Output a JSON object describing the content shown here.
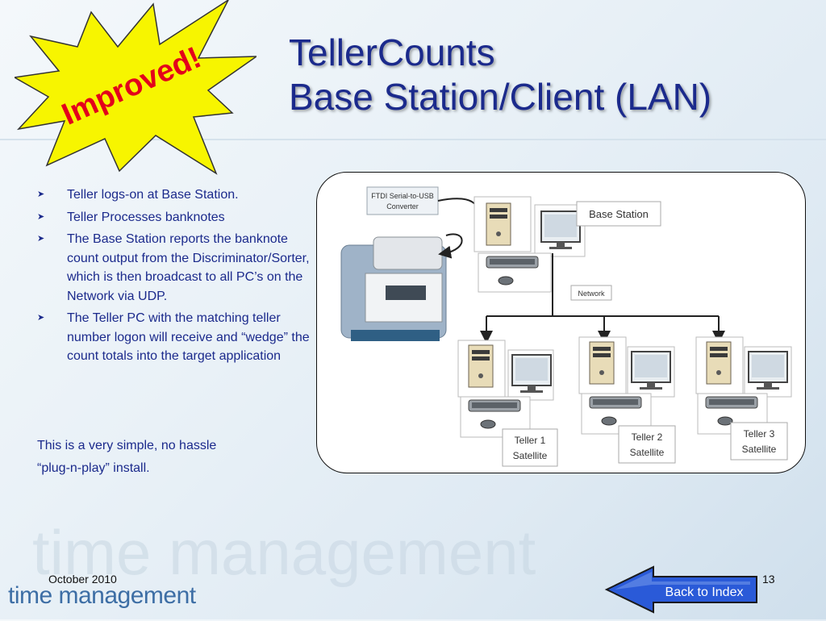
{
  "badge": {
    "text": "Improved!",
    "color": "#e3001b",
    "fill": "#f7f500"
  },
  "title": {
    "line1": "TellerCounts",
    "line2": "Base Station/Client (LAN)"
  },
  "bullets": [
    "Teller logs-on at Base Station.",
    "Teller Processes banknotes",
    "The Base Station reports the banknote count output from the Discriminator/Sorter, which is then broadcast to all PC’s on the Network via UDP.",
    "The Teller PC with the matching teller number logon will receive and “wedge” the count totals into the target application"
  ],
  "note": {
    "line1": "This is a very simple, no hassle",
    "line2": "“plug-n-play” install."
  },
  "diagram": {
    "converter_label_1": "FTDI Serial-to-USB",
    "converter_label_2": "Converter",
    "base_station_label": "Base Station",
    "network_label": "Network",
    "tellers": [
      {
        "line1": "Teller  1",
        "line2": "Satellite"
      },
      {
        "line1": "Teller  2",
        "line2": "Satellite"
      },
      {
        "line1": "Teller  3",
        "line2": "Satellite"
      }
    ]
  },
  "footer": {
    "date": "October 2010",
    "page": "13",
    "brand": "time management"
  },
  "nav": {
    "back_label": "Back to Index"
  },
  "watermark": {
    "text": "time management"
  },
  "colors": {
    "title": "#1b2a8c",
    "text": "#1b2a8c",
    "brand": "#3d6ea5",
    "button": "#2a5ad8"
  }
}
